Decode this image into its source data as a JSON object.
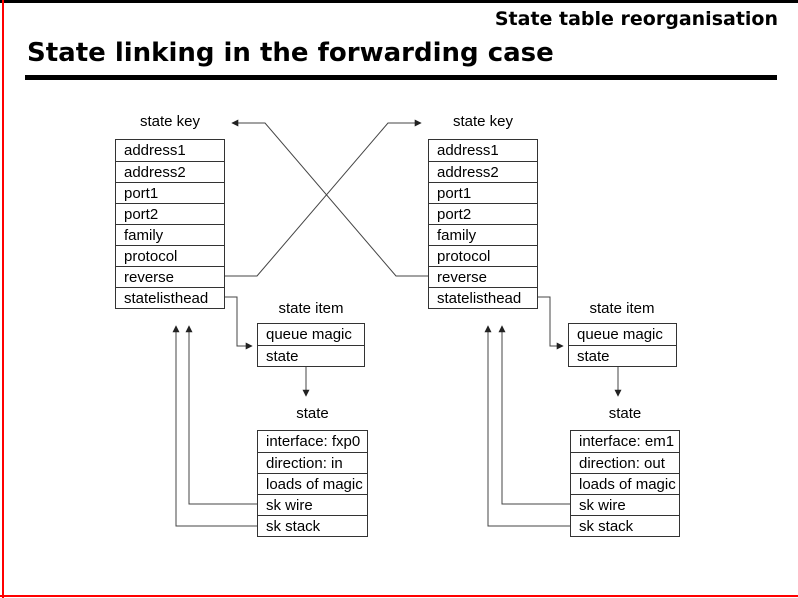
{
  "slide": {
    "header_label": "State table reorganisation",
    "title": "State linking in the forwarding case"
  },
  "colors": {
    "border_accent": "#ff0000",
    "line": "#000000"
  },
  "diagram": {
    "left_state_key": {
      "label": "state key",
      "rows": [
        "address1",
        "address2",
        "port1",
        "port2",
        "family",
        "protocol",
        "reverse",
        "statelisthead"
      ]
    },
    "right_state_key": {
      "label": "state key",
      "rows": [
        "address1",
        "address2",
        "port1",
        "port2",
        "family",
        "protocol",
        "reverse",
        "statelisthead"
      ]
    },
    "left_state_item": {
      "label": "state item",
      "rows": [
        "queue magic",
        "state"
      ]
    },
    "right_state_item": {
      "label": "state item",
      "rows": [
        "queue magic",
        "state"
      ]
    },
    "left_state": {
      "label": "state",
      "rows": [
        "interface: fxp0",
        "direction: in",
        "loads of magic",
        "sk wire",
        "sk stack"
      ]
    },
    "right_state": {
      "label": "state",
      "rows": [
        "interface: em1",
        "direction: out",
        "loads of magic",
        "sk wire",
        "sk stack"
      ]
    }
  }
}
